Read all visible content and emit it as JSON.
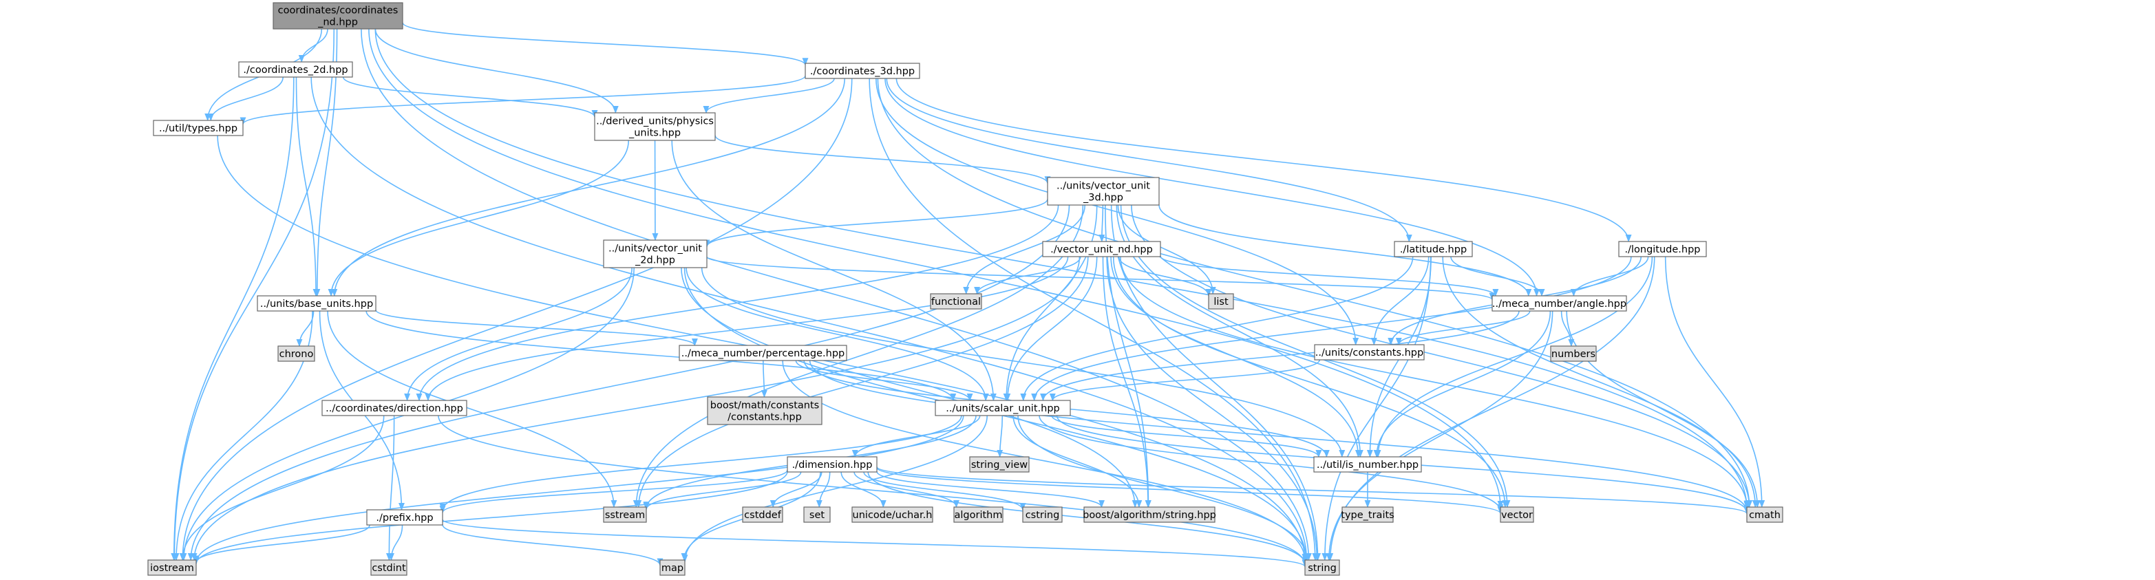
{
  "colors": {
    "edge": "#63b8ff",
    "node_fill": "#ffffff",
    "node_border": "#666666",
    "selected_fill": "#999999",
    "external_fill": "#e0e0e0",
    "external_border": "#999999"
  },
  "nodes": [
    {
      "id": "coordinates_nd",
      "label": [
        "coordinates/coordinates",
        "_nd.hpp"
      ],
      "kind": "selected"
    },
    {
      "id": "coordinates_2d",
      "label": [
        "./coordinates_2d.hpp"
      ],
      "kind": "file"
    },
    {
      "id": "coordinates_3d",
      "label": [
        "./coordinates_3d.hpp"
      ],
      "kind": "file"
    },
    {
      "id": "util_types",
      "label": [
        "../util/types.hpp"
      ],
      "kind": "file"
    },
    {
      "id": "physics_units",
      "label": [
        "../derived_units/physics",
        "_units.hpp"
      ],
      "kind": "file"
    },
    {
      "id": "vector_unit_3d",
      "label": [
        "../units/vector_unit",
        "_3d.hpp"
      ],
      "kind": "file"
    },
    {
      "id": "vector_unit_2d",
      "label": [
        "../units/vector_unit",
        "_2d.hpp"
      ],
      "kind": "file"
    },
    {
      "id": "vector_unit_nd",
      "label": [
        "./vector_unit_nd.hpp"
      ],
      "kind": "file"
    },
    {
      "id": "latitude",
      "label": [
        "./latitude.hpp"
      ],
      "kind": "file"
    },
    {
      "id": "longitude",
      "label": [
        "./longitude.hpp"
      ],
      "kind": "file"
    },
    {
      "id": "base_units",
      "label": [
        "../units/base_units.hpp"
      ],
      "kind": "file"
    },
    {
      "id": "angle",
      "label": [
        "../meca_number/angle.hpp"
      ],
      "kind": "file"
    },
    {
      "id": "constants",
      "label": [
        "../units/constants.hpp"
      ],
      "kind": "file"
    },
    {
      "id": "percentage",
      "label": [
        "../meca_number/percentage.hpp"
      ],
      "kind": "file"
    },
    {
      "id": "direction",
      "label": [
        "../coordinates/direction.hpp"
      ],
      "kind": "file"
    },
    {
      "id": "scalar_unit",
      "label": [
        "../units/scalar_unit.hpp"
      ],
      "kind": "file"
    },
    {
      "id": "is_number",
      "label": [
        "../util/is_number.hpp"
      ],
      "kind": "file"
    },
    {
      "id": "dimension",
      "label": [
        "./dimension.hpp"
      ],
      "kind": "file"
    },
    {
      "id": "prefix",
      "label": [
        "./prefix.hpp"
      ],
      "kind": "file"
    },
    {
      "id": "functional",
      "label": [
        "functional"
      ],
      "kind": "external"
    },
    {
      "id": "list",
      "label": [
        "list"
      ],
      "kind": "external"
    },
    {
      "id": "chrono",
      "label": [
        "chrono"
      ],
      "kind": "external"
    },
    {
      "id": "numbers",
      "label": [
        "numbers"
      ],
      "kind": "external"
    },
    {
      "id": "boost_constants",
      "label": [
        "boost/math/constants",
        "/constants.hpp"
      ],
      "kind": "external"
    },
    {
      "id": "string_view",
      "label": [
        "string_view"
      ],
      "kind": "external"
    },
    {
      "id": "type_traits",
      "label": [
        "type_traits"
      ],
      "kind": "external"
    },
    {
      "id": "sstream",
      "label": [
        "sstream"
      ],
      "kind": "external"
    },
    {
      "id": "cstddef",
      "label": [
        "cstddef"
      ],
      "kind": "external"
    },
    {
      "id": "set",
      "label": [
        "set"
      ],
      "kind": "external"
    },
    {
      "id": "uchar",
      "label": [
        "unicode/uchar.h"
      ],
      "kind": "external"
    },
    {
      "id": "algorithm",
      "label": [
        "algorithm"
      ],
      "kind": "external"
    },
    {
      "id": "cstring",
      "label": [
        "cstring"
      ],
      "kind": "external"
    },
    {
      "id": "boost_string",
      "label": [
        "boost/algorithm/string.hpp"
      ],
      "kind": "external"
    },
    {
      "id": "vector",
      "label": [
        "vector"
      ],
      "kind": "external"
    },
    {
      "id": "cmath",
      "label": [
        "cmath"
      ],
      "kind": "external"
    },
    {
      "id": "iostream",
      "label": [
        "iostream"
      ],
      "kind": "external"
    },
    {
      "id": "cstdint",
      "label": [
        "cstdint"
      ],
      "kind": "external"
    },
    {
      "id": "map",
      "label": [
        "map"
      ],
      "kind": "external"
    },
    {
      "id": "string",
      "label": [
        "string"
      ],
      "kind": "external"
    }
  ],
  "edges": [
    [
      "coordinates_nd",
      "coordinates_2d"
    ],
    [
      "coordinates_nd",
      "coordinates_3d"
    ],
    [
      "coordinates_nd",
      "util_types"
    ],
    [
      "coordinates_nd",
      "physics_units"
    ],
    [
      "coordinates_nd",
      "base_units"
    ],
    [
      "coordinates_nd",
      "iostream"
    ],
    [
      "coordinates_nd",
      "string"
    ],
    [
      "coordinates_nd",
      "vector"
    ],
    [
      "coordinates_nd",
      "cmath"
    ],
    [
      "coordinates_2d",
      "util_types"
    ],
    [
      "coordinates_2d",
      "physics_units"
    ],
    [
      "coordinates_2d",
      "base_units"
    ],
    [
      "coordinates_2d",
      "iostream"
    ],
    [
      "coordinates_2d",
      "string"
    ],
    [
      "coordinates_3d",
      "util_types"
    ],
    [
      "coordinates_3d",
      "physics_units"
    ],
    [
      "coordinates_3d",
      "base_units"
    ],
    [
      "coordinates_3d",
      "latitude"
    ],
    [
      "coordinates_3d",
      "longitude"
    ],
    [
      "coordinates_3d",
      "angle"
    ],
    [
      "coordinates_3d",
      "constants"
    ],
    [
      "coordinates_3d",
      "iostream"
    ],
    [
      "coordinates_3d",
      "string"
    ],
    [
      "coordinates_3d",
      "cmath"
    ],
    [
      "util_types",
      "string"
    ],
    [
      "physics_units",
      "vector_unit_3d"
    ],
    [
      "physics_units",
      "vector_unit_2d"
    ],
    [
      "physics_units",
      "base_units"
    ],
    [
      "physics_units",
      "scalar_unit"
    ],
    [
      "vector_unit_3d",
      "vector_unit_2d"
    ],
    [
      "vector_unit_3d",
      "vector_unit_nd"
    ],
    [
      "vector_unit_3d",
      "functional"
    ],
    [
      "vector_unit_3d",
      "list"
    ],
    [
      "vector_unit_3d",
      "angle"
    ],
    [
      "vector_unit_3d",
      "direction"
    ],
    [
      "vector_unit_3d",
      "scalar_unit"
    ],
    [
      "vector_unit_3d",
      "is_number"
    ],
    [
      "vector_unit_3d",
      "sstream"
    ],
    [
      "vector_unit_3d",
      "boost_string"
    ],
    [
      "vector_unit_3d",
      "vector"
    ],
    [
      "vector_unit_3d",
      "cmath"
    ],
    [
      "vector_unit_3d",
      "iostream"
    ],
    [
      "vector_unit_3d",
      "string"
    ],
    [
      "vector_unit_2d",
      "angle"
    ],
    [
      "vector_unit_2d",
      "direction"
    ],
    [
      "vector_unit_2d",
      "scalar_unit"
    ],
    [
      "vector_unit_2d",
      "is_number"
    ],
    [
      "vector_unit_2d",
      "iostream"
    ],
    [
      "vector_unit_2d",
      "string"
    ],
    [
      "vector_unit_2d",
      "boost_string"
    ],
    [
      "vector_unit_nd",
      "functional"
    ],
    [
      "vector_unit_nd",
      "list"
    ],
    [
      "vector_unit_nd",
      "angle"
    ],
    [
      "vector_unit_nd",
      "direction"
    ],
    [
      "vector_unit_nd",
      "scalar_unit"
    ],
    [
      "vector_unit_nd",
      "is_number"
    ],
    [
      "vector_unit_nd",
      "sstream"
    ],
    [
      "vector_unit_nd",
      "boost_string"
    ],
    [
      "vector_unit_nd",
      "vector"
    ],
    [
      "vector_unit_nd",
      "cmath"
    ],
    [
      "vector_unit_nd",
      "string"
    ],
    [
      "vector_unit_nd",
      "iostream"
    ],
    [
      "latitude",
      "angle"
    ],
    [
      "latitude",
      "constants"
    ],
    [
      "latitude",
      "scalar_unit"
    ],
    [
      "latitude",
      "is_number"
    ],
    [
      "latitude",
      "cmath"
    ],
    [
      "latitude",
      "string"
    ],
    [
      "longitude",
      "angle"
    ],
    [
      "longitude",
      "constants"
    ],
    [
      "longitude",
      "scalar_unit"
    ],
    [
      "longitude",
      "is_number"
    ],
    [
      "longitude",
      "cmath"
    ],
    [
      "longitude",
      "string"
    ],
    [
      "base_units",
      "chrono"
    ],
    [
      "base_units",
      "percentage"
    ],
    [
      "base_units",
      "prefix"
    ],
    [
      "base_units",
      "scalar_unit"
    ],
    [
      "base_units",
      "iostream"
    ],
    [
      "base_units",
      "sstream"
    ],
    [
      "angle",
      "numbers"
    ],
    [
      "angle",
      "constants"
    ],
    [
      "angle",
      "scalar_unit"
    ],
    [
      "angle",
      "is_number"
    ],
    [
      "angle",
      "cmath"
    ],
    [
      "angle",
      "string"
    ],
    [
      "constants",
      "scalar_unit"
    ],
    [
      "percentage",
      "boost_constants"
    ],
    [
      "percentage",
      "scalar_unit"
    ],
    [
      "percentage",
      "is_number"
    ],
    [
      "percentage",
      "cmath"
    ],
    [
      "percentage",
      "string"
    ],
    [
      "direction",
      "iostream"
    ],
    [
      "direction",
      "cstdint"
    ],
    [
      "direction",
      "string"
    ],
    [
      "scalar_unit",
      "dimension"
    ],
    [
      "scalar_unit",
      "prefix"
    ],
    [
      "scalar_unit",
      "is_number"
    ],
    [
      "scalar_unit",
      "string_view"
    ],
    [
      "scalar_unit",
      "sstream"
    ],
    [
      "scalar_unit",
      "boost_string"
    ],
    [
      "scalar_unit",
      "vector"
    ],
    [
      "scalar_unit",
      "cmath"
    ],
    [
      "scalar_unit",
      "iostream"
    ],
    [
      "scalar_unit",
      "map"
    ],
    [
      "scalar_unit",
      "string"
    ],
    [
      "is_number",
      "type_traits"
    ],
    [
      "dimension",
      "prefix"
    ],
    [
      "dimension",
      "sstream"
    ],
    [
      "dimension",
      "cstddef"
    ],
    [
      "dimension",
      "set"
    ],
    [
      "dimension",
      "uchar"
    ],
    [
      "dimension",
      "algorithm"
    ],
    [
      "dimension",
      "cstring"
    ],
    [
      "dimension",
      "boost_string"
    ],
    [
      "dimension",
      "vector"
    ],
    [
      "dimension",
      "cmath"
    ],
    [
      "dimension",
      "iostream"
    ],
    [
      "dimension",
      "map"
    ],
    [
      "dimension",
      "string"
    ],
    [
      "prefix",
      "iostream"
    ],
    [
      "prefix",
      "cstdint"
    ],
    [
      "prefix",
      "map"
    ],
    [
      "prefix",
      "string"
    ]
  ]
}
